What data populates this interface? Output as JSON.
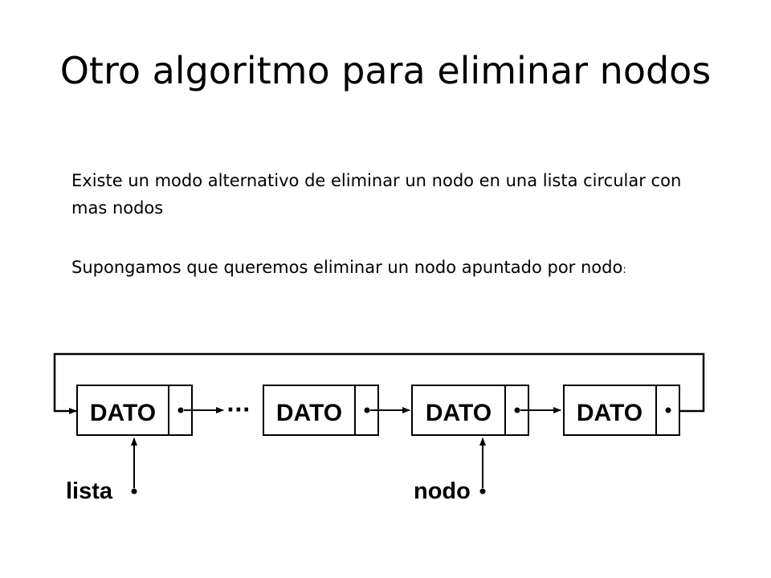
{
  "slide": {
    "title": "Otro algoritmo para eliminar nodos",
    "paragraph1": "Existe un modo alternativo de eliminar un nodo en una lista circular con mas nodos",
    "paragraph2": "Supongamos que queremos eliminar un nodo apuntado por  nodo",
    "paragraph2_colon": ":"
  },
  "diagram": {
    "nodes": [
      "DATO",
      "DATO",
      "DATO",
      "DATO"
    ],
    "ellipsis": "···",
    "pointer_lista": "lista",
    "pointer_nodo": "nodo"
  }
}
